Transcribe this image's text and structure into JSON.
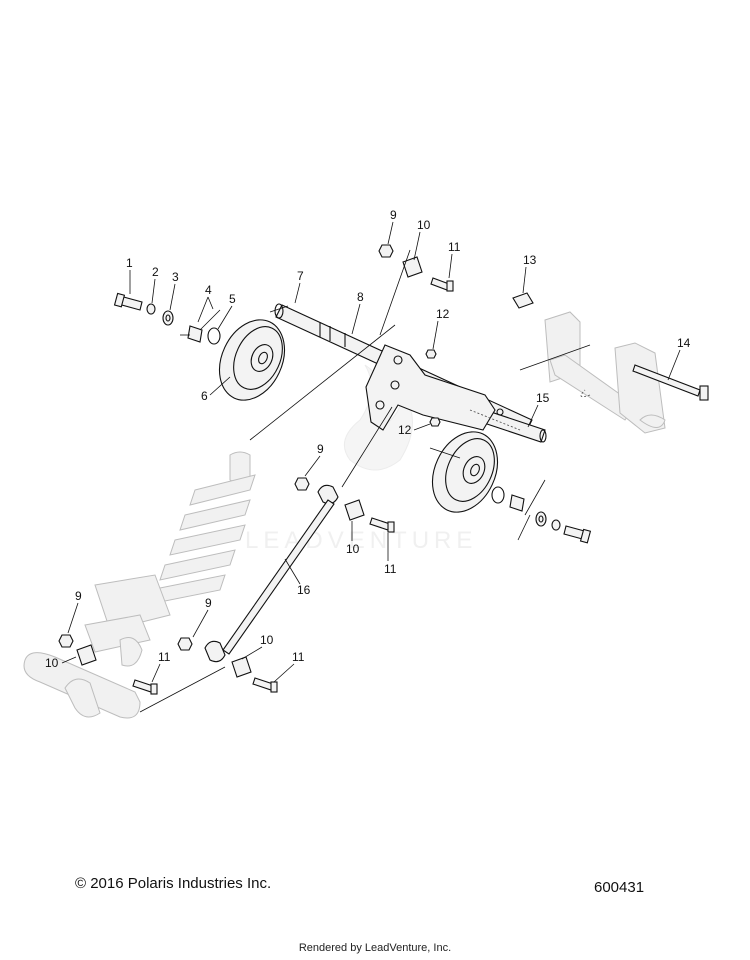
{
  "diagram": {
    "callouts": [
      "1",
      "2",
      "3",
      "4",
      "5",
      "6",
      "7",
      "8",
      "9",
      "10",
      "11",
      "12",
      "12",
      "13",
      "14",
      "15",
      "16",
      "9",
      "10",
      "11",
      "9",
      "10",
      "9",
      "10",
      "11",
      "11"
    ],
    "watermark": "LEADVENTURE"
  },
  "footer": {
    "copyright": "© 2016 Polaris Industries Inc.",
    "reference_number": "600431",
    "rendered_by": "Rendered by LeadVenture, Inc."
  }
}
